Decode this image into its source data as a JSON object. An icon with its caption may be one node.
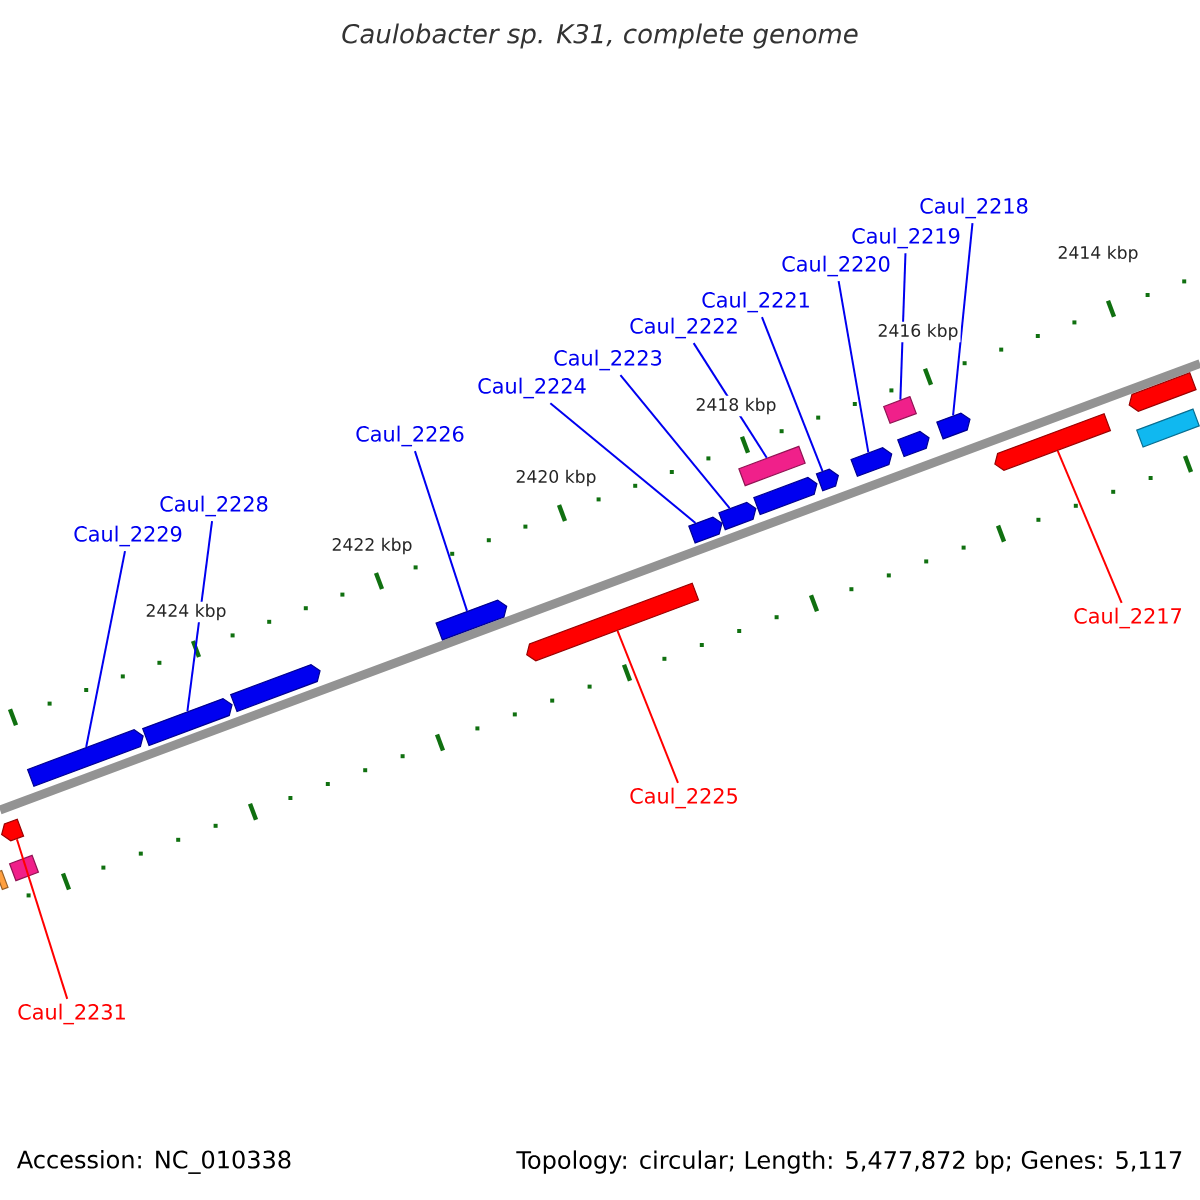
{
  "diagram": {
    "title": "Caulobacter sp. K31, complete genome",
    "nodes": [
      {
        "text": [
          "Caul_2218"
        ]
      },
      {
        "text": [
          "Caul_2219"
        ]
      },
      {
        "text": [
          "Caul_2220"
        ]
      },
      {
        "text": [
          "Caul_2221"
        ]
      },
      {
        "text": [
          "Caul_2222"
        ]
      },
      {
        "text": [
          "Caul_2223"
        ]
      },
      {
        "text": [
          "Caul_2224"
        ]
      },
      {
        "text": [
          "Caul_2226"
        ]
      },
      {
        "text": [
          "Caul_2228"
        ]
      },
      {
        "text": [
          "Caul_2229"
        ]
      },
      {
        "text": [
          "Caul_2225"
        ]
      },
      {
        "text": [
          "Caul_2217"
        ]
      },
      {
        "text": [
          "Caul_2231"
        ]
      },
      {
        "text": [],
        "shape": "arrow"
      },
      {
        "text": [],
        "shape": "arrow"
      },
      {
        "text": [],
        "shape": "arrow"
      },
      {
        "text": [],
        "shape": "arrow"
      },
      {
        "text": [],
        "shape": "arrow"
      },
      {
        "text": [],
        "shape": "arrow"
      },
      {
        "text": [],
        "shape": "box"
      },
      {
        "text": [],
        "shape": "arrow"
      },
      {
        "text": [],
        "shape": "arrow"
      },
      {
        "text": [],
        "shape": "arrow"
      },
      {
        "text": [],
        "shape": "box"
      },
      {
        "text": [],
        "shape": "arrow"
      },
      {
        "text": [],
        "shape": "arrow"
      },
      {
        "text": [],
        "shape": "arrow"
      },
      {
        "text": [],
        "shape": "arrow"
      },
      {
        "text": [],
        "shape": "arrow"
      },
      {
        "text": [],
        "shape": "box"
      },
      {
        "text": [],
        "shape": "arrow"
      },
      {
        "text": [],
        "shape": "box"
      },
      {
        "text": [],
        "shape": "box"
      }
    ],
    "edges": [
      {
        "from": 0,
        "to": 25,
        "arrow": "none"
      },
      {
        "from": 1,
        "to": 23,
        "arrow": "none"
      },
      {
        "from": 2,
        "to": 22,
        "arrow": "none"
      },
      {
        "from": 3,
        "to": 21,
        "arrow": "none"
      },
      {
        "from": 4,
        "to": 19,
        "arrow": "none"
      },
      {
        "from": 5,
        "to": 18,
        "arrow": "none"
      },
      {
        "from": 6,
        "to": 17,
        "arrow": "none"
      },
      {
        "from": 7,
        "to": 16,
        "arrow": "none"
      },
      {
        "from": 8,
        "to": 14,
        "arrow": "none"
      },
      {
        "from": 9,
        "to": 13,
        "arrow": "none"
      },
      {
        "from": 10,
        "to": 26,
        "arrow": "none",
        "color": "#ff0000"
      },
      {
        "from": 11,
        "to": 27,
        "arrow": "none",
        "color": "#ff0000"
      },
      {
        "from": 12,
        "to": 30,
        "arrow": "none",
        "color": "#ff0000"
      }
    ],
    "labels": [
      "2414 kbp",
      "2416 kbp",
      "2418 kbp",
      "2420 kbp",
      "2422 kbp",
      "2424 kbp",
      "Accession: NC_010338",
      "Topology: circular; Length: 5,477,872 bp; Genes: 5,117"
    ]
  }
}
